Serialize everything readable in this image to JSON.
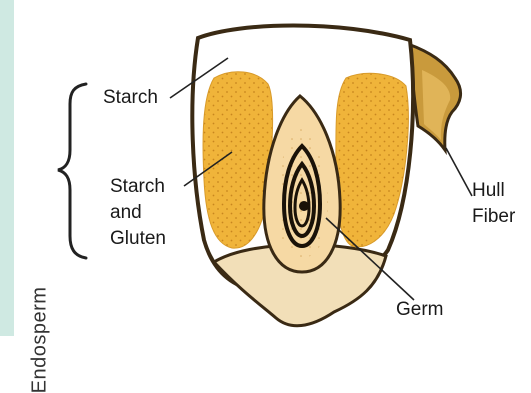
{
  "diagram": {
    "labels": {
      "starch": "Starch",
      "starch_gluten_line1": "Starch",
      "starch_gluten_line2": "and",
      "starch_gluten_line3": "Gluten",
      "hull_line1": "Hull",
      "hull_line2": "Fiber",
      "germ": "Germ",
      "endosperm": "Endosperm"
    },
    "colors": {
      "outline": "#3a2a14",
      "starch_fill": "#f0b43a",
      "germ_fill": "#f6d9a4",
      "germ_rings": "#1a1208",
      "hull_fill": "#c99a3c",
      "base_fill": "#f2dfb8",
      "strip": "#cfe9e2"
    },
    "icons": [
      "curly-brace"
    ]
  }
}
